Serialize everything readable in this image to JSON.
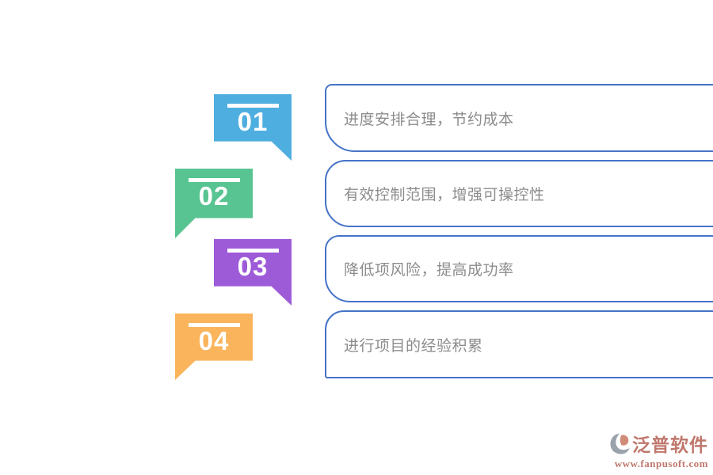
{
  "items": [
    {
      "number": "01",
      "text": "进度安排合理，节约成本",
      "badge_color": "#4FAEE0",
      "tail": "right"
    },
    {
      "number": "02",
      "text": "有效控制范围，增强可操控性",
      "badge_color": "#58C492",
      "tail": "left"
    },
    {
      "number": "03",
      "text": "降低项风险，提高成功率",
      "badge_color": "#9E5BD8",
      "tail": "right"
    },
    {
      "number": "04",
      "text": "进行项目的经验积累",
      "badge_color": "#F9B45C",
      "tail": "left"
    }
  ],
  "colors": {
    "box_border": "#4573C8",
    "box_text": "#8C8C8C",
    "badge_number": "#FFFFFF",
    "logo": "#C0786D"
  },
  "logo": {
    "name": "泛普软件",
    "url": "www.fanpusoft.com",
    "icon": "fanpu-swirl-logo-icon"
  }
}
